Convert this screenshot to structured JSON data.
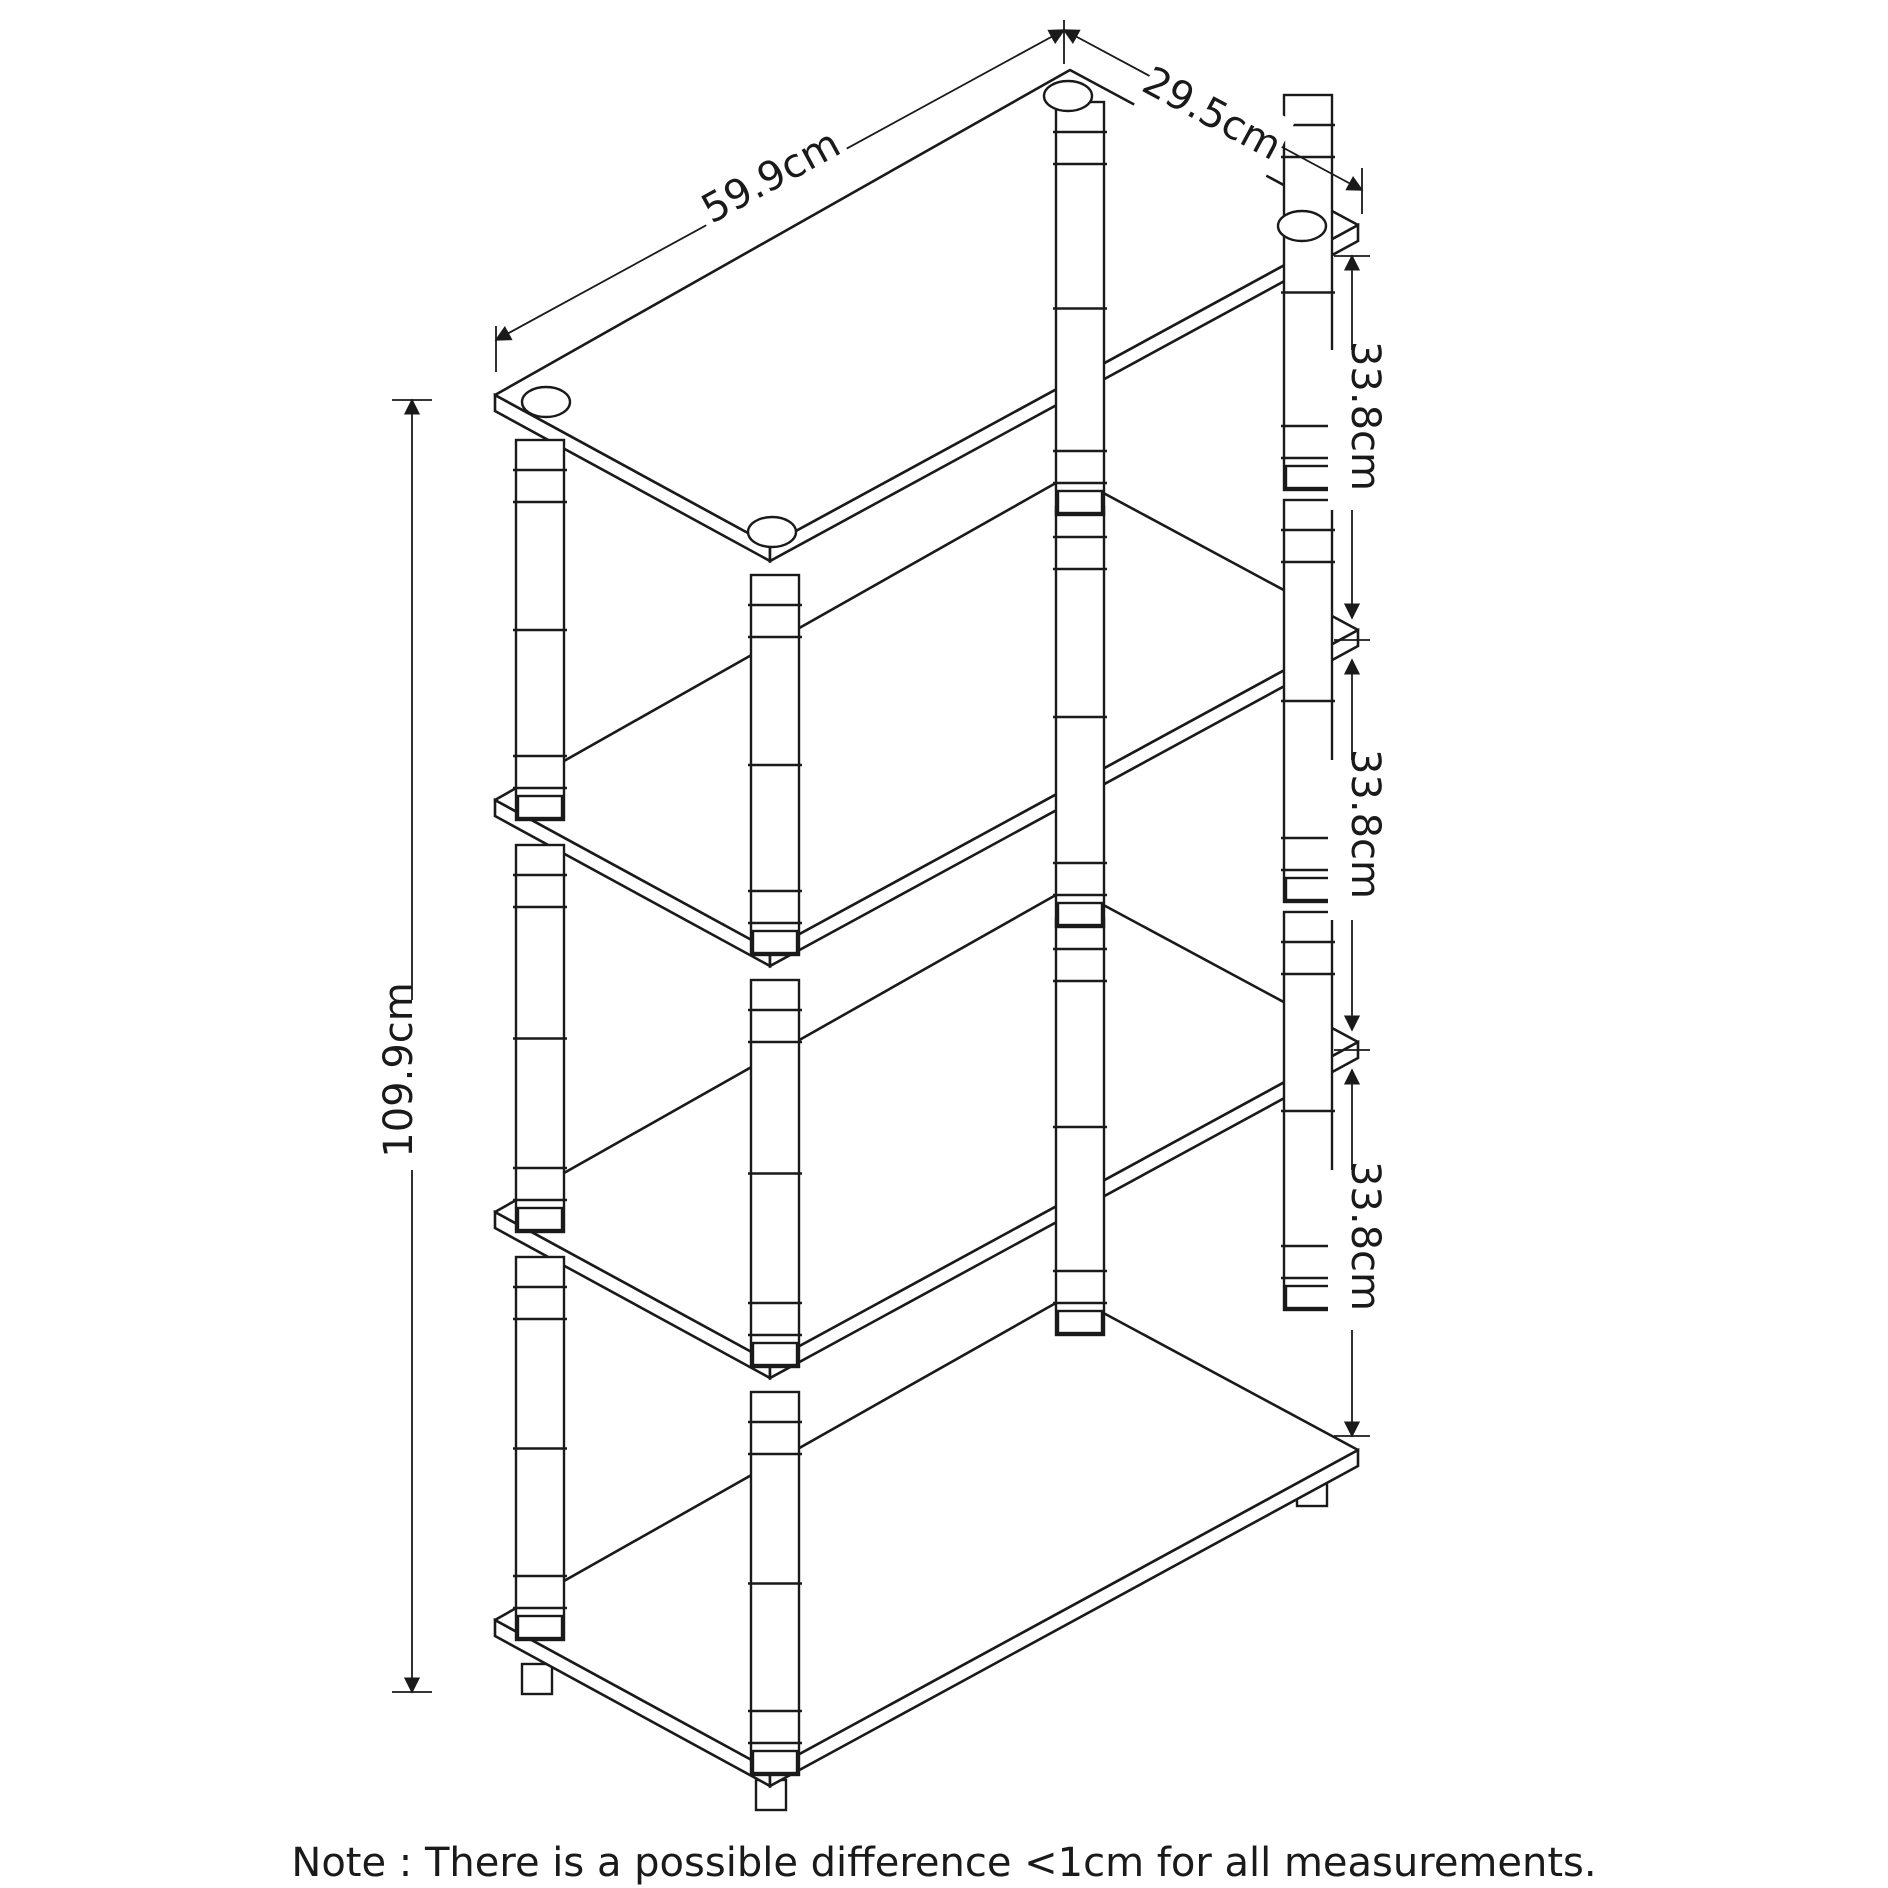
{
  "dimensions": {
    "width_label": "59.9cm",
    "depth_label": "29.5cm",
    "total_height_label": "109.9cm",
    "shelf_gap_1_label": "33.8cm",
    "shelf_gap_2_label": "33.8cm",
    "shelf_gap_3_label": "33.8cm"
  },
  "note": "Note : There is a possible difference <1cm for all measurements."
}
